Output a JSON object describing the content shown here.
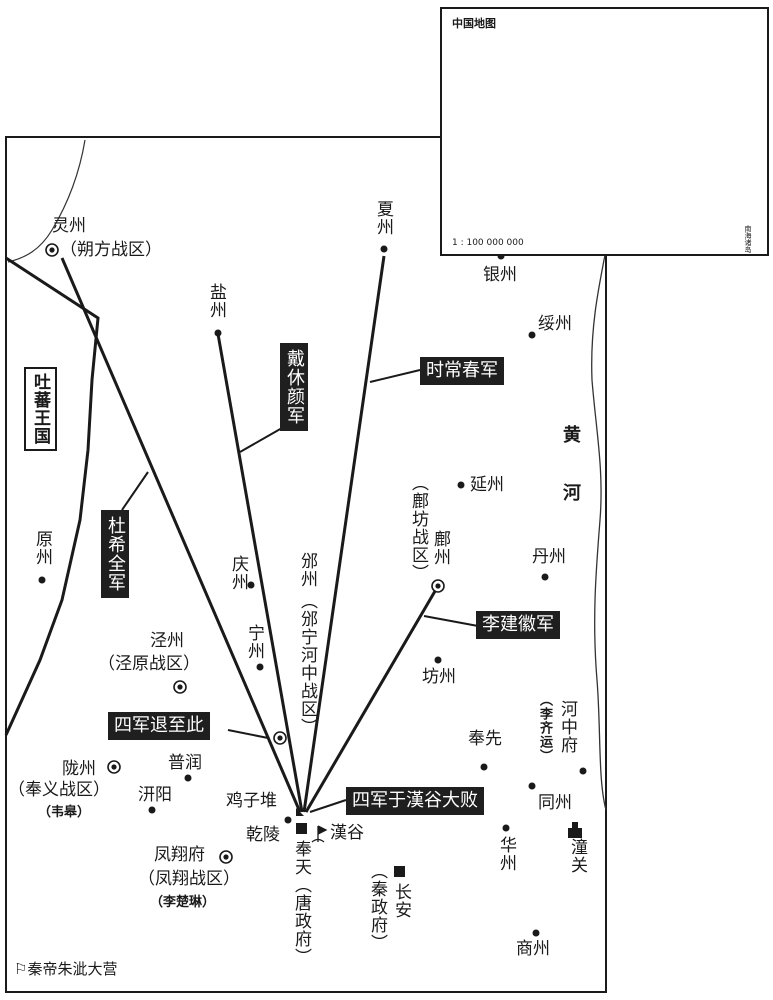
{
  "inset": {
    "title": "中国地图",
    "scale": "1 : 100 000 000",
    "sea_label": "南海诸岛"
  },
  "regions": {
    "tubo": "吐蕃王国",
    "huanghe": "黄河"
  },
  "places": {
    "lingzhou": "灵州",
    "shuofang": "（朔方战区）",
    "xiazhou": "夏州",
    "yinzhou": "银州",
    "yanzhou": "盐州",
    "suizhou": "绥州",
    "yuanzhou": "原州",
    "qingzhou": "庆州",
    "binzhou": "邠州",
    "binning": "（邠宁河中战区）",
    "fangzhou_zone": "（鄜坊战区）",
    "fuzhou": "鄜州",
    "yanzhou2": "延州",
    "danzhou": "丹州",
    "ningzhou": "宁州",
    "jingzhou": "泾州",
    "jingyuan": "（泾原战区）",
    "fangzhou": "坊州",
    "fengxian": "奉先",
    "hezhongfu": "河中府",
    "liqiyun": "（李齐运）",
    "longzhou": "陇州",
    "fengyi": "（奉义战区）",
    "weigao": "（韦皋）",
    "purun": "普润",
    "qianyang": "汧阳",
    "jizidui": "鸡子堆",
    "qianling": "乾陵",
    "hangu": "漢谷",
    "tongzhou": "同州",
    "tongguan": "潼关",
    "fengxiangfu": "凤翔府",
    "fengxiang_zone": "（凤翔战区）",
    "lichulin": "（李楚琳）",
    "fengtian": "奉天（唐政府）",
    "huazhou": "华州",
    "changan": "长安",
    "qin_gov": "（秦政府）",
    "shangzhou": "商州"
  },
  "banners": {
    "daixiuyan": "戴休颜军",
    "shichangchun": "时常春军",
    "duxiquan": "杜希全军",
    "lijianhui": "李建徽军",
    "sijun_tui": "四军退至此",
    "sijun_bai": "四军于漢谷大败"
  },
  "legend": {
    "camp_icon": "flag-icon",
    "text": "秦帝朱泚大营"
  }
}
